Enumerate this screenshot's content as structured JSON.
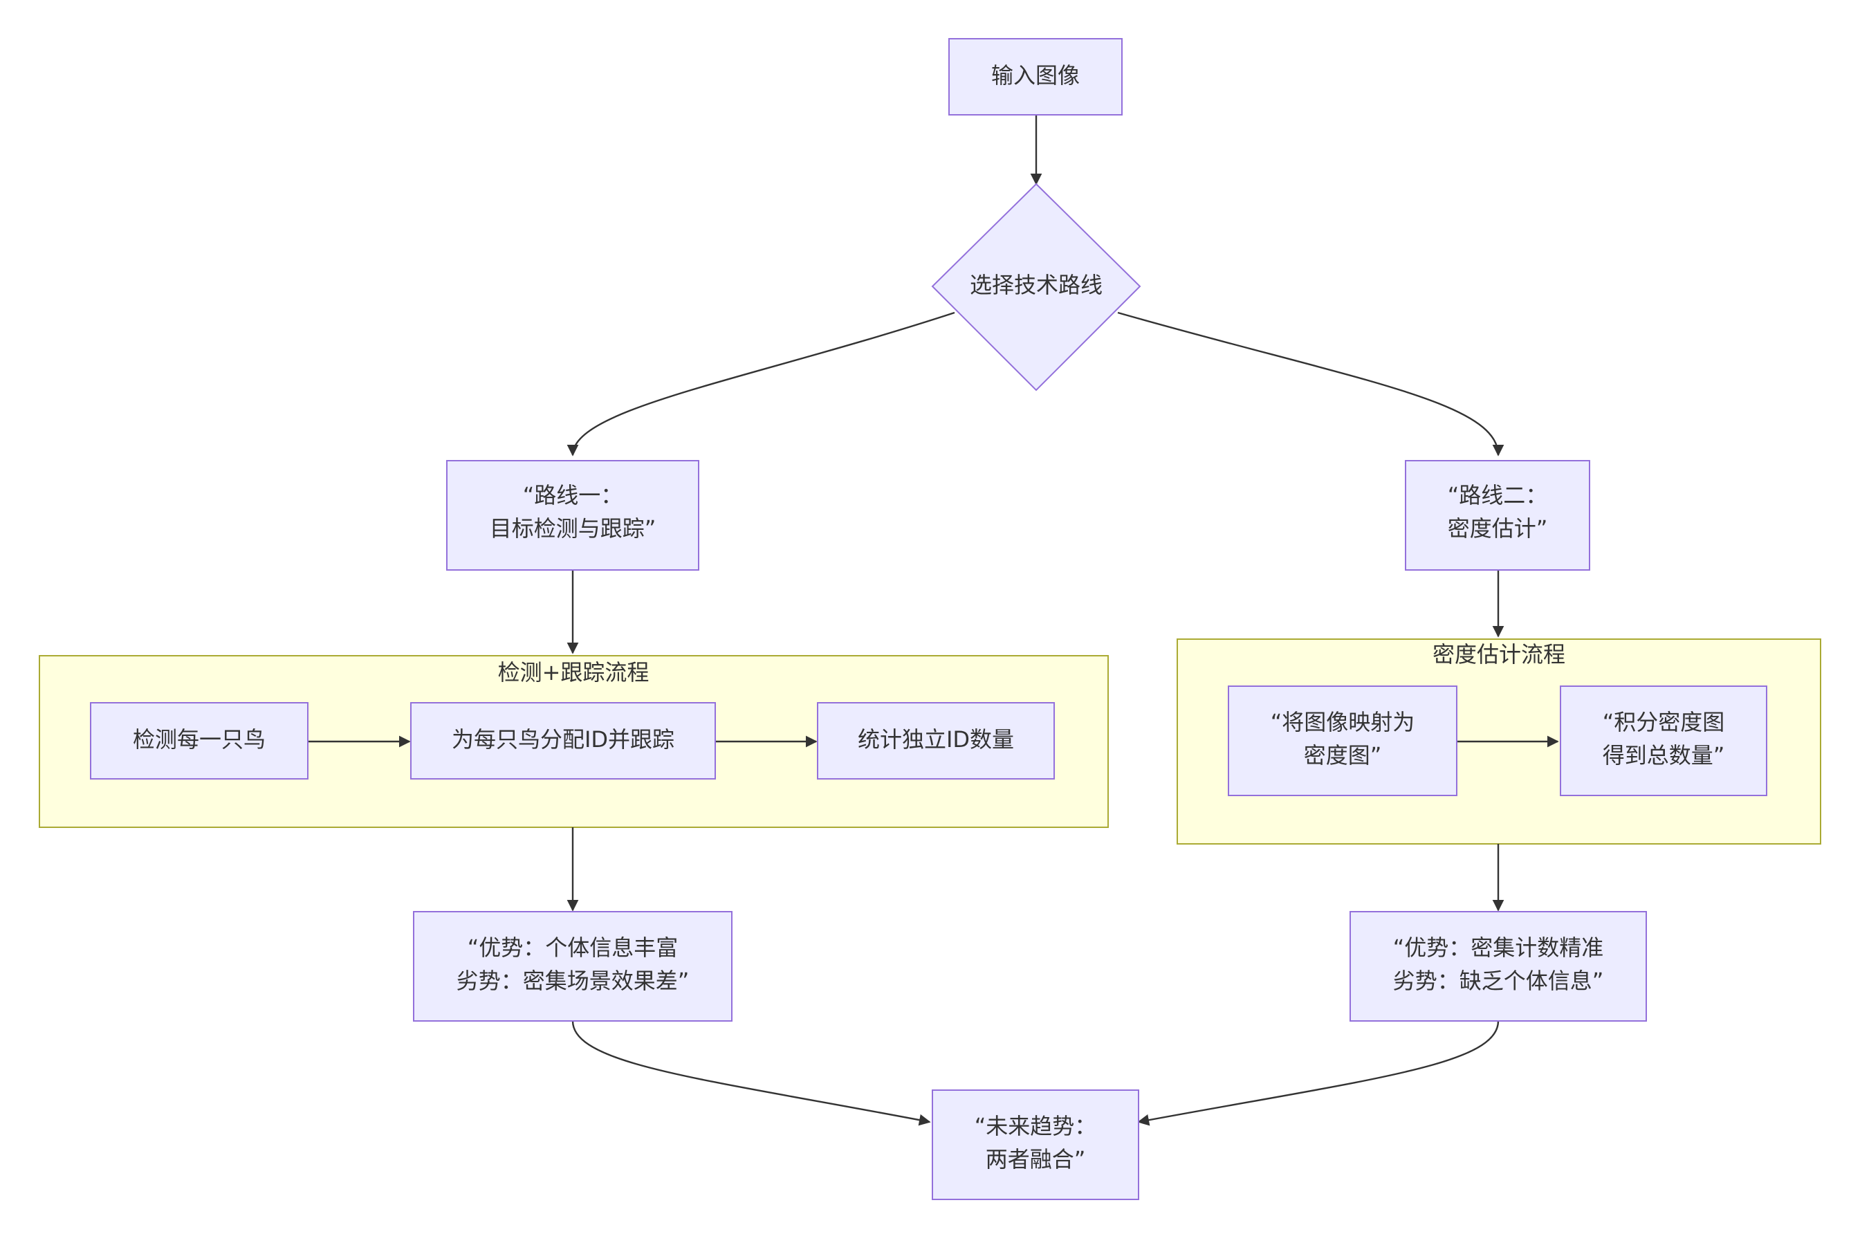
{
  "nodes": {
    "input": "输入图像",
    "choose": "选择技术路线",
    "route1": [
      "“路线一：",
      "目标检测与跟踪”"
    ],
    "route2": [
      "“路线二：",
      "密度估计”"
    ],
    "detect": "检测每一只鸟",
    "assign": "为每只鸟分配ID并跟踪",
    "count_ids": "统计独立ID数量",
    "map_density": [
      "“将图像映射为",
      "密度图”"
    ],
    "integrate": [
      "“积分密度图",
      "得到总数量”"
    ],
    "pros1": [
      "“优势：个体信息丰富",
      "劣势：密集场景效果差”"
    ],
    "pros2": [
      "“优势：密集计数精准",
      "劣势：缺乏个体信息”"
    ],
    "future": [
      "“未来趋势：",
      "两者融合”"
    ]
  },
  "clusters": {
    "detection": "检测+跟踪流程",
    "density": "密度估计流程"
  },
  "colors": {
    "node_fill": "#ECECFF",
    "node_stroke": "#9370DB",
    "cluster_fill": "#FFFFDE",
    "cluster_stroke": "#AAAA33",
    "edge": "#333333",
    "text": "#333333"
  }
}
